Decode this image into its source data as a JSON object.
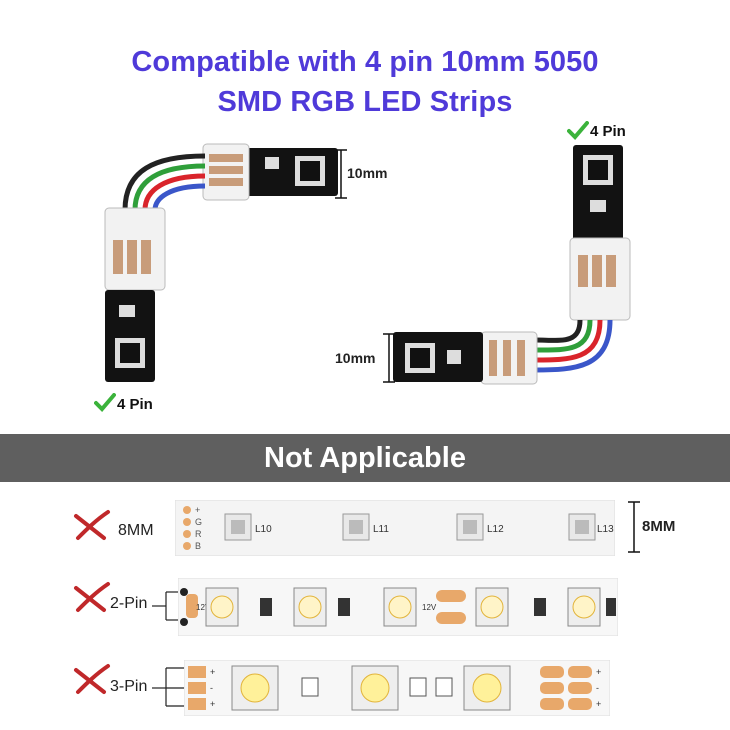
{
  "headline": {
    "line1": "Compatible with 4 pin 10mm 5050",
    "line2": "SMD RGB LED Strips"
  },
  "compatible": {
    "left_pin_label": "4 Pin",
    "right_pin_label": "4 Pin",
    "left_width_label": "10mm",
    "right_width_label": "10mm",
    "check_icon": "check-icon",
    "check_color": "#3bb33b"
  },
  "banner": {
    "text": "Not Applicable",
    "bg": "#5f5f5f"
  },
  "not_applicable": {
    "cross_icon": "cross-icon",
    "cross_color": "#c0282a",
    "rows": [
      {
        "label": "8MM",
        "width_label": "8MM",
        "pad_labels": [
          "+",
          "G",
          "R",
          "B"
        ],
        "seg_labels": [
          "L10",
          "L11",
          "L12",
          "L13"
        ]
      },
      {
        "label": "2-Pin",
        "pad_labels": [
          "12V",
          "12V"
        ]
      },
      {
        "label": "3-Pin",
        "pad_labels": [
          "+",
          "-",
          "+"
        ]
      }
    ]
  }
}
